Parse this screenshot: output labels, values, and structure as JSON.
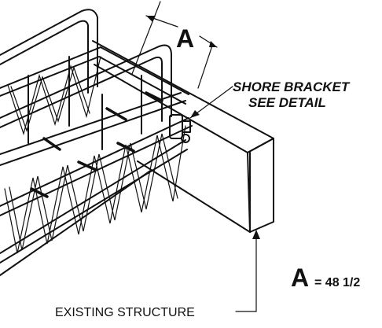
{
  "dimension_label": "A",
  "callout_shore_bracket_line1": "SHORE BRACKET",
  "callout_shore_bracket_line2": "SEE DETAIL",
  "dimension_definition_letter": "A",
  "dimension_definition_value": "= 48 1/2",
  "structure_label": "EXISTING STRUCTURE"
}
